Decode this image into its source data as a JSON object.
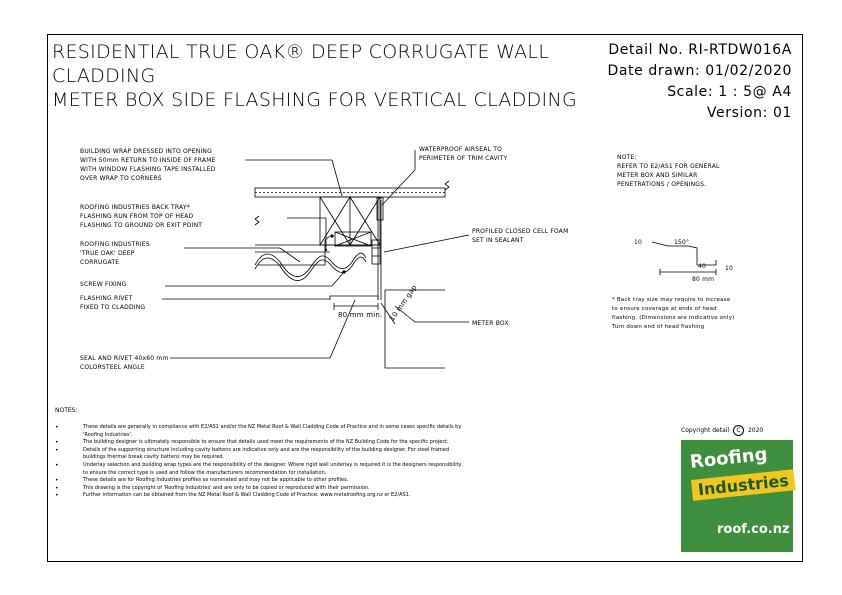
{
  "title": {
    "line1": "RESIDENTIAL TRUE OAK® DEEP CORRUGATE WALL",
    "line2": "CLADDING",
    "line3": "METER BOX SIDE FLASHING FOR VERTICAL CLADDING"
  },
  "meta": {
    "detail": "Detail No. RI-RTDW016A",
    "date": "Date drawn:  01/02/2020",
    "scale": "Scale:  1 : 5@ A4",
    "version": "Version:  01"
  },
  "labels": {
    "wrap1": "BUILDING WRAP DRESSED INTO OPENING",
    "wrap2": "WITH 50mm RETURN TO INSIDE OF FRAME",
    "wrap3": "WITH WINDOW  FLASHING TAPE INSTALLED",
    "wrap4": "OVER WRAP TO CORNERS",
    "tray1": "ROOFING INDUSTRIES BACK TRAY*",
    "tray2": "FLASHING RUN FROM TOP OF HEAD",
    "tray3": "FLASHING TO GROUND OR EXIT POINT",
    "clad1": "ROOFING INDUSTRIES",
    "clad2": "'TRUE OAK' DEEP",
    "clad3": "CORRUGATE",
    "screw": "SCREW FIXING",
    "rivet1": "FLASHING RIVET",
    "rivet2": "FIXED TO CLADDING",
    "seal1": "SEAL AND RIVET 40x60 mm",
    "seal2": "COLORSTEEL ANGLE",
    "air1": "WATERPROOF AIRSEAL TO",
    "air2": "PERIMETER OF TRIM CAVITY",
    "foam1": "PROFILED CLOSED CELL FOAM",
    "foam2": "SET IN SEALANT",
    "meter": "METER BOX",
    "dim80": "80 mm min.",
    "dim10": "10 mm gap"
  },
  "note": {
    "head": "NOTE:",
    "l1": "REFER TO E2/AS1  FOR GENERAL",
    "l2": "METER BOX AND SIMILAR",
    "l3": "PENETRATIONS / OPENINGS."
  },
  "tray_detail": {
    "d10a": "10",
    "d150": "150°",
    "d40": "40",
    "d10b": "10",
    "d80": "80 mm"
  },
  "asterisk_note": {
    "l1": "* Back tray size may require to increase",
    "l2": "to ensure coverage at ends of head",
    "l3": "flashing. (Dimensions are indicative only)",
    "l4": "Turn down end of head flashing"
  },
  "notes": {
    "head": "NOTES:",
    "items": [
      "These details are generally in compliance with E2/AS1 and/or the NZ Metal Roof & Wall Cladding Code of Practice and in some cases specific details by 'Roofing Industries'.",
      "The building designer is ultimately responsible to ensure that details used meet the requirements of the NZ Building Code for the specific project.",
      "Details of the supporting structure including cavity battens are indicative only and are the responsibility of the building designer. For steel framed buildings thermal break cavity battens may be required.",
      "Underlay selection and building wrap types are the responsibility of the designer. Where rigid wall underlay is required it is the designers responsibility to ensure the correct type is used and follow the manufacturers recommendation for installation.",
      "These details are for Roofing Industries profiles as nominated and may not be applicable to other profiles.",
      "This drawing is the copyright of 'Roofing Industries' and are only to be copied or reproduced with their permission.",
      "Further information can be obtained from the NZ Metal Roof & Wall Cladding Code of Practice: www.metalroofing.org.nz or E2/AS1."
    ]
  },
  "copyright": {
    "text": "Copyright detail",
    "symbol": "C",
    "year": "2020"
  },
  "logo": {
    "line1": "Roofing",
    "line2": "Industries",
    "line3": "roof.co.nz"
  },
  "colors": {
    "logo_green": "#3e8e3e",
    "logo_yellow": "#f3c623",
    "logo_dark": "#1c5a1c"
  }
}
